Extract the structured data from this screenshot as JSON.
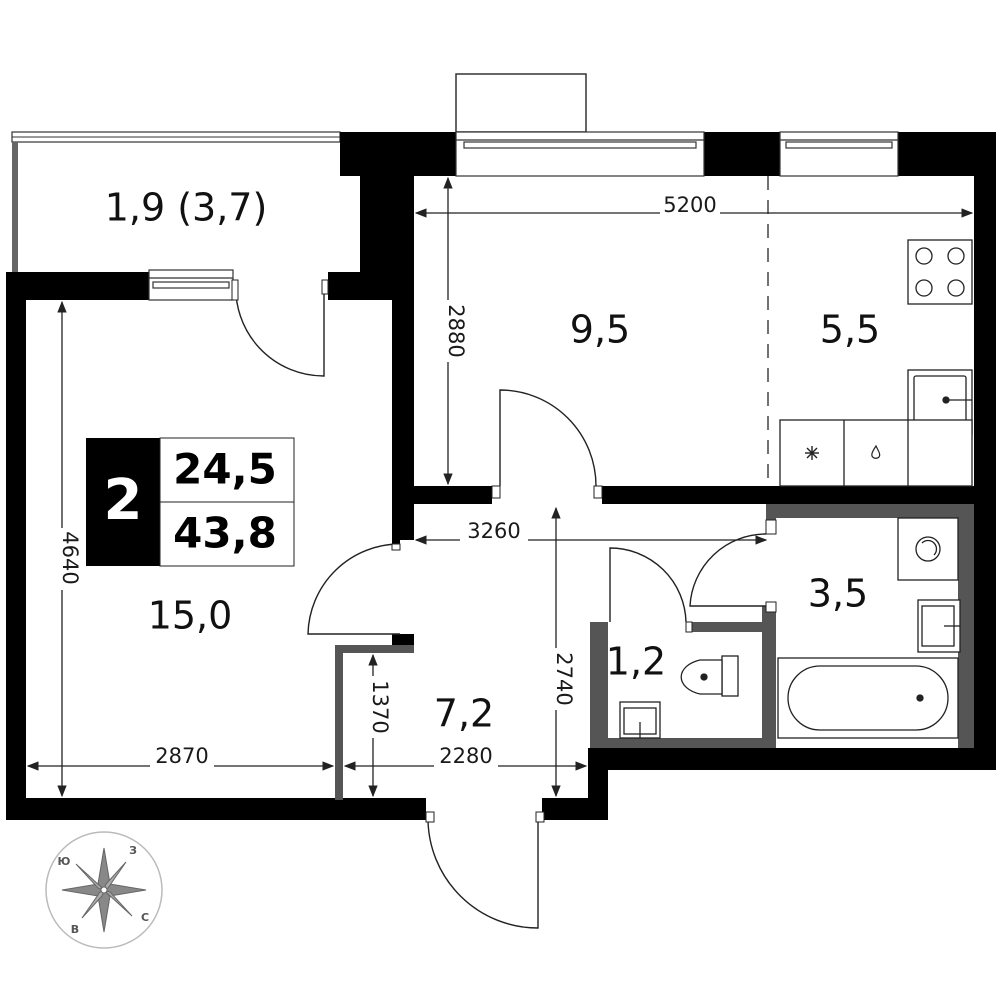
{
  "rooms": [
    {
      "id": "balcony",
      "area": "1,9 (3,7)"
    },
    {
      "id": "living-room",
      "area": "9,5"
    },
    {
      "id": "kitchen",
      "area": "5,5"
    },
    {
      "id": "bedroom",
      "area": "15,0"
    },
    {
      "id": "hall",
      "area": "7,2"
    },
    {
      "id": "toilet",
      "area": "1,2"
    },
    {
      "id": "bathroom",
      "area": "3,5"
    }
  ],
  "dimensions": {
    "top_width": "5200",
    "living_height": "2880",
    "corridor_width": "3260",
    "bedroom_height": "4640",
    "hall_height": "2740",
    "entry_height": "1370",
    "bedroom_width": "2870",
    "hall_width": "2280"
  },
  "badge": {
    "rooms_count": "2",
    "living_area": "24,5",
    "total_area": "43,8"
  },
  "compass": {
    "north_letter": "С",
    "south_letter": "Ю",
    "east_letter": "В",
    "west_letter": "З"
  },
  "colors": {
    "wall": "#000000",
    "partition": "#555555",
    "line": "#222222"
  },
  "icons": [
    "stove-icon",
    "sink-icon",
    "fridge-icon",
    "dishwasher-icon",
    "washing-machine-icon",
    "toilet-icon",
    "bathtub-icon",
    "compass-rose-icon"
  ]
}
